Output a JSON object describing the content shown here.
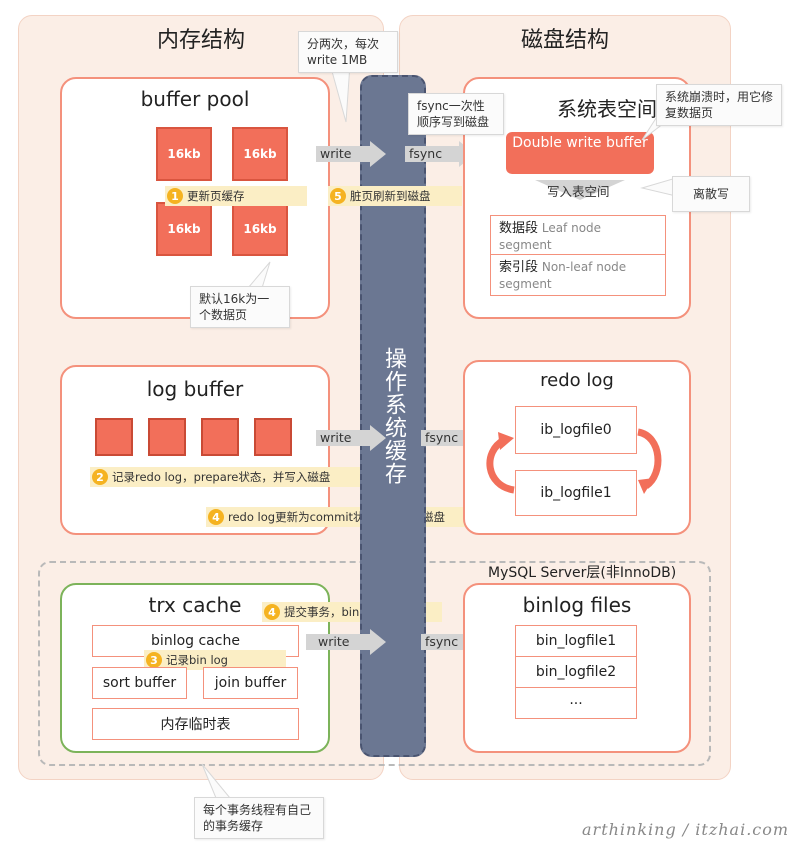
{
  "regions": {
    "memory_title": "内存结构",
    "disk_title": "磁盘结构"
  },
  "buffer_pool": {
    "title": "buffer pool",
    "pages": [
      "16kb",
      "16kb",
      "16kb",
      "16kb"
    ],
    "page_note": "默认16k为一个数据页",
    "step": {
      "num": "1",
      "text": "更新页缓存"
    }
  },
  "log_buffer": {
    "title": "log buffer",
    "step2": {
      "num": "2",
      "text": "记录redo log，prepare状态，并写入磁盘"
    },
    "step4": {
      "num": "4",
      "text": "redo log更新为commit状态，并写入磁盘"
    }
  },
  "trx_cache": {
    "title": "trx cache",
    "binlog_cache": "binlog cache",
    "sort_buffer": "sort buffer",
    "join_buffer": "join buffer",
    "temp_table": "内存临时表",
    "step3": {
      "num": "3",
      "text": "记录bin log"
    },
    "step4": {
      "num": "4",
      "text": "提交事务，binlog写入磁盘"
    },
    "note": "每个事务线程有自己的事务缓存"
  },
  "os_cache": {
    "label": "操作系统缓存",
    "top_note": "分两次，每次write 1MB",
    "step5": {
      "num": "5",
      "text": "脏页刷新到磁盘"
    }
  },
  "system_tablespace": {
    "title": "系统表空间",
    "double_write": "Double write buffer",
    "write_to": "写入表空间",
    "data_seg_label": "数据段",
    "data_seg_desc": "Leaf node segment",
    "index_seg_label": "索引段",
    "index_seg_desc": "Non-leaf node segment",
    "fsync_note": "fsync一次性顺序写到磁盘",
    "crash_note": "系统崩溃时，用它修复数据页",
    "scatter_note": "离散写"
  },
  "redo_log": {
    "title": "redo log",
    "file0": "ib_logfile0",
    "file1": "ib_logfile1"
  },
  "binlog_files": {
    "title": "binlog files",
    "files": [
      "bin_logfile1",
      "bin_logfile2",
      "..."
    ]
  },
  "server_layer": "MySQL Server层(非InnoDB)",
  "arrows": {
    "write": "write",
    "fsync": "fsync"
  },
  "signature": "arthinking / itzhai.com",
  "colors": {
    "accent": "#f26f5a",
    "os_bar": "#6b7792",
    "step_badge": "#f5b321",
    "trx_border": "#7cb35a"
  }
}
